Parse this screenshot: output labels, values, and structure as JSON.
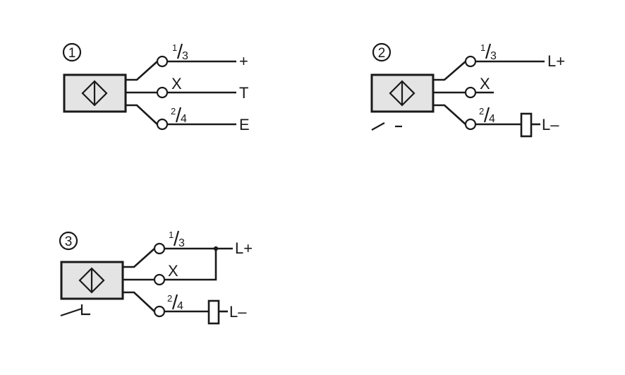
{
  "colors": {
    "line": "#1a1a1a",
    "box_fill": "#e4e4e4",
    "background": "#ffffff"
  },
  "diagrams": [
    {
      "number": "1",
      "pins_top": {
        "num": "1",
        "den": "3"
      },
      "pins_bottom": {
        "num": "2",
        "den": "4"
      },
      "mid_label": "X",
      "right_labels": {
        "top": "+",
        "mid": "T",
        "bottom": "E"
      }
    },
    {
      "number": "2",
      "pins_top": {
        "num": "1",
        "den": "3"
      },
      "pins_bottom": {
        "num": "2",
        "den": "4"
      },
      "mid_label": "X",
      "right_labels": {
        "top": "L+",
        "bottom": "L–"
      },
      "contact_type": "normally-open"
    },
    {
      "number": "3",
      "pins_top": {
        "num": "1",
        "den": "3"
      },
      "pins_bottom": {
        "num": "2",
        "den": "4"
      },
      "mid_label": "X",
      "right_labels": {
        "top": "L+",
        "bottom": "L–"
      },
      "contact_type": "normally-closed"
    }
  ]
}
